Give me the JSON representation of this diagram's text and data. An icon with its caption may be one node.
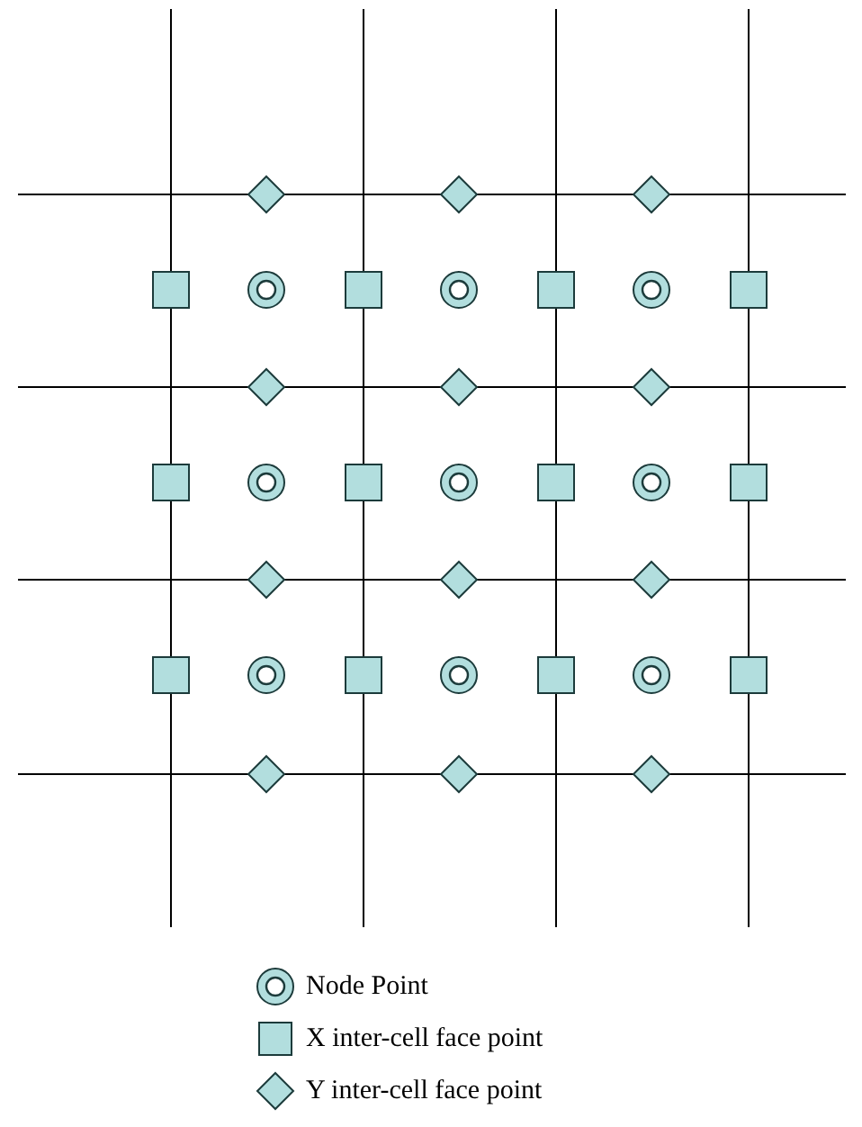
{
  "diagram": {
    "legend": [
      {
        "text": "Node Point"
      },
      {
        "text": "X inter-cell face point"
      },
      {
        "text": "Y inter-cell face point"
      }
    ]
  }
}
